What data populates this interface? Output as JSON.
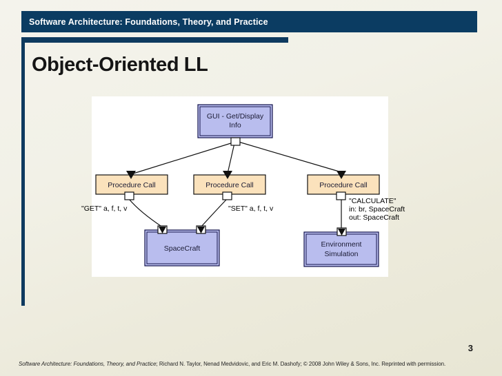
{
  "slide": {
    "header_title": "Software Architecture: Foundations, Theory, and Practice",
    "title": "Object-Oriented LL",
    "page_number": "3",
    "credit_italic": "Software Architecture: Foundations, Theory, and Practice",
    "credit_rest": "; Richard N. Taylor, Nenad Medvidovic, and Eric M. Dashofy; © 2008 John Wiley & Sons, Inc. Reprinted with permission.",
    "accent_color": "#0b3c62",
    "background_color": "#f1efe3"
  },
  "diagram": {
    "canvas_background": "#ffffff",
    "component_fill": "#b9bdee",
    "connector_fill": "#fbe2bc",
    "nodes": [
      {
        "id": "gui",
        "label_line1": "GUI - Get/Display",
        "label_line2": "Info",
        "kind": "component"
      },
      {
        "id": "pc1",
        "label_line1": "Procedure Call",
        "label_line2": "",
        "kind": "connector"
      },
      {
        "id": "pc2",
        "label_line1": "Procedure Call",
        "label_line2": "",
        "kind": "connector"
      },
      {
        "id": "pc3",
        "label_line1": "Procedure Call",
        "label_line2": "",
        "kind": "connector"
      },
      {
        "id": "spacecraft",
        "label_line1": "SpaceCraft",
        "label_line2": "",
        "kind": "component"
      },
      {
        "id": "envsim",
        "label_line1": "Environment",
        "label_line2": "Simulation",
        "kind": "component"
      }
    ],
    "edge_labels": [
      {
        "id": "get",
        "line1": "\"GET\" a, f, t, v",
        "line2": "",
        "line3": ""
      },
      {
        "id": "set",
        "line1": "\"SET\" a, f, t, v",
        "line2": "",
        "line3": ""
      },
      {
        "id": "calculate",
        "line1": "\"CALCULATE\"",
        "line2": "in: br, SpaceCraft",
        "line3": "out: SpaceCraft"
      }
    ]
  }
}
